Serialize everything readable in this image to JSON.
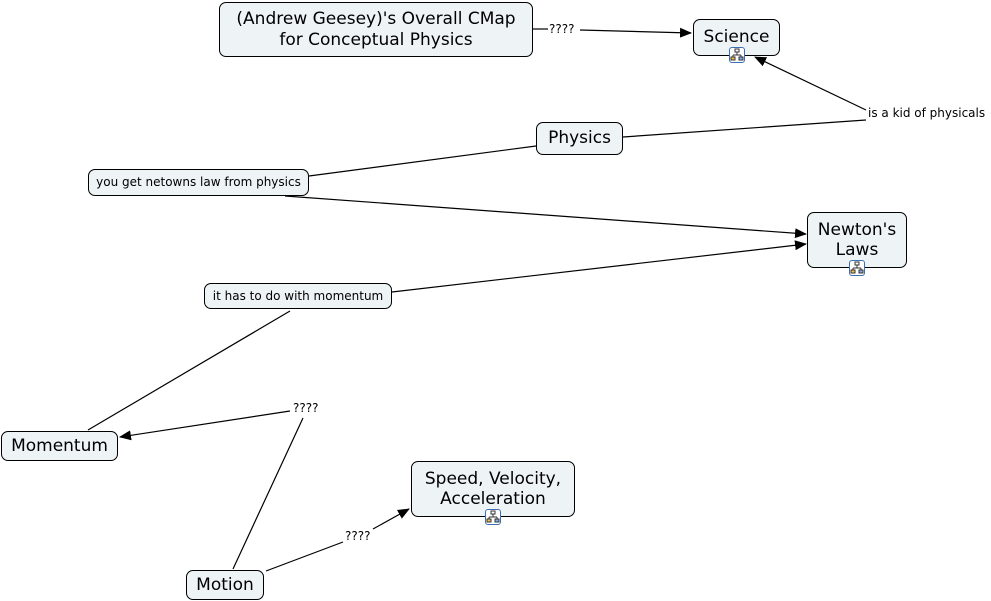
{
  "concepts": {
    "root": "(Andrew Geesey)'s Overall CMap\nfor Conceptual Physics",
    "science": "Science",
    "physics": "Physics",
    "newtons_laws": "Newton's\nLaws",
    "momentum": "Momentum",
    "motion": "Motion",
    "speed": "Speed, Velocity,\nAcceleration"
  },
  "link_phrases": {
    "root_to_science": "????",
    "kid_of": "is a kid of physicals",
    "netowns": "you get netowns law from physics",
    "momentum_link": "it has to do with momentum",
    "motion_to_momentum": "????",
    "motion_to_speed": "????"
  },
  "icons": {
    "submap": "nested-map-icon"
  },
  "colors": {
    "node_fill": "#eef3f5",
    "line": "#000000",
    "submap_border": "#3b6fb6"
  }
}
